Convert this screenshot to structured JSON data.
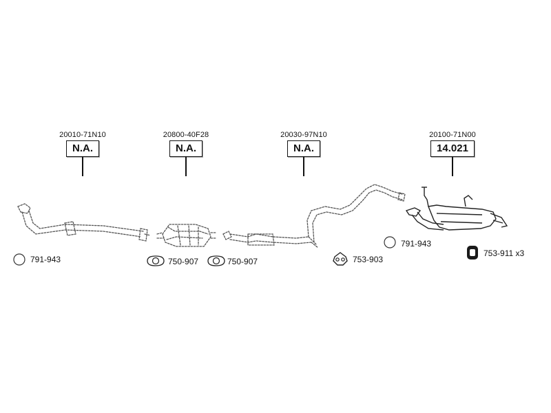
{
  "main_parts": [
    {
      "part_number": "20010-71N10",
      "price": "N.A."
    },
    {
      "part_number": "20800-40F28",
      "price": "N.A."
    },
    {
      "part_number": "20030-97N10",
      "price": "N.A."
    },
    {
      "part_number": "20100-71N00",
      "price": "14.021"
    }
  ],
  "accessories": [
    {
      "code": "791-943",
      "icon": "ring-gasket-icon"
    },
    {
      "code": "750-907",
      "icon": "flange-gasket-icon"
    },
    {
      "code": "750-907",
      "icon": "flange-gasket-icon"
    },
    {
      "code": "753-903",
      "icon": "rubber-hanger-icon"
    },
    {
      "code": "791-943",
      "icon": "ring-gasket-icon"
    },
    {
      "code": "753-911 x3",
      "icon": "rubber-mount-icon"
    }
  ]
}
